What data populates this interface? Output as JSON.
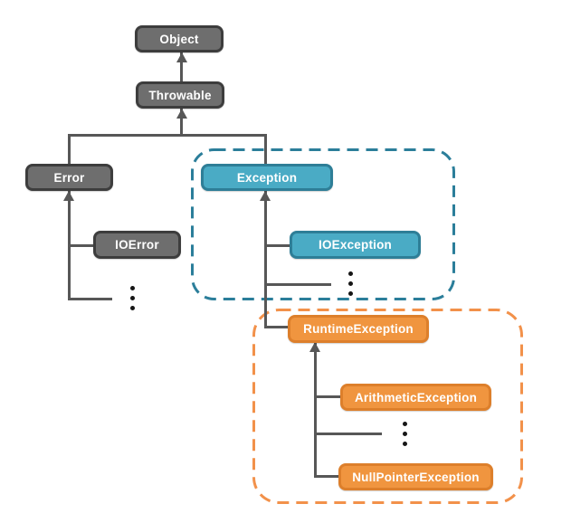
{
  "colors": {
    "background": "#ffffff",
    "gray-fill": "#6e6e6e",
    "gray-border": "#3d3d3d",
    "teal-fill": "#4aabc5",
    "teal-border": "#2e7e97",
    "teal-dash": "#2b7e9a",
    "orange-fill": "#f0953f",
    "orange-border": "#dd7f2b",
    "orange-dash": "#f2914a",
    "line": "#575757",
    "dot": "#161616",
    "text": "#ffffff"
  },
  "nodes": {
    "object": {
      "label": "Object"
    },
    "throwable": {
      "label": "Throwable"
    },
    "error": {
      "label": "Error"
    },
    "ioerror": {
      "label": "IOError"
    },
    "exception": {
      "label": "Exception"
    },
    "ioexception": {
      "label": "IOException"
    },
    "runtime_exception": {
      "label": "RuntimeException"
    },
    "arithmetic_exception": {
      "label": "ArithmeticException"
    },
    "nullpointer_exception": {
      "label": "NullPointerException"
    }
  }
}
